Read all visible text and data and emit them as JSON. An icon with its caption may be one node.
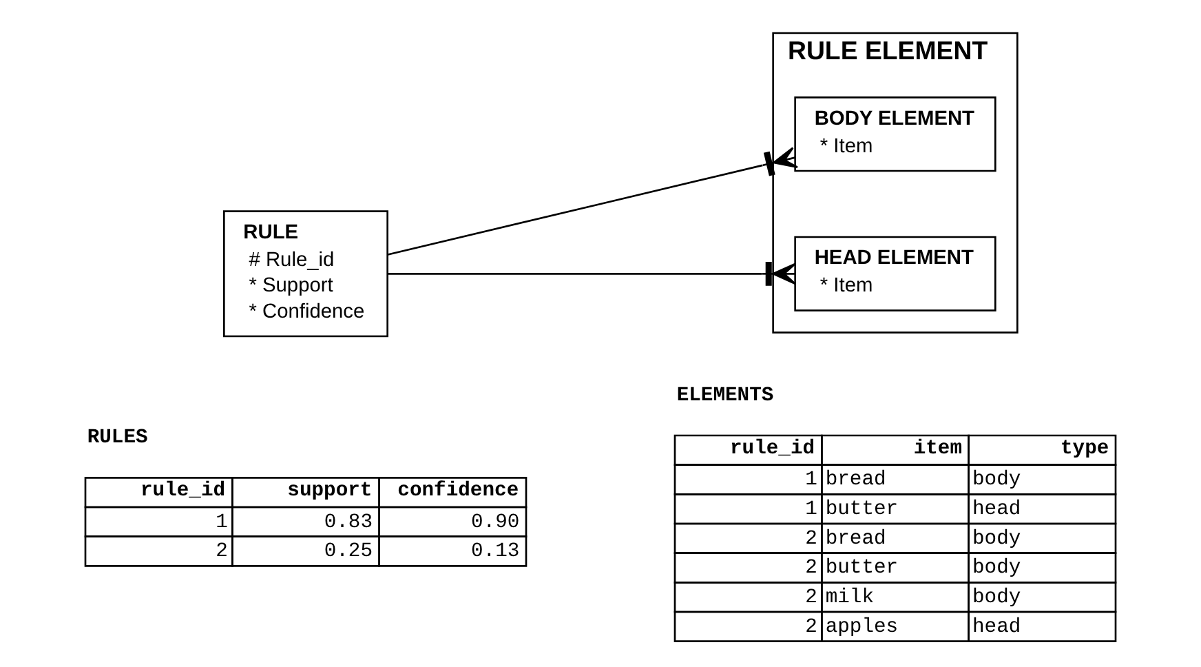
{
  "diagram": {
    "nodes": [
      {
        "text": [
          "RULE",
          "# Rule_id",
          "* Support",
          "* Confidence"
        ]
      },
      {
        "text": [
          "RULE ELEMENT"
        ]
      },
      {
        "text": [
          "BODY ELEMENT",
          "* Item"
        ],
        "in": 1
      },
      {
        "text": [
          "HEAD ELEMENT",
          "* Item"
        ],
        "in": 1
      }
    ],
    "edges": [
      {
        "from": 0,
        "to": 2,
        "arrow": "other"
      },
      {
        "from": 0,
        "to": 3,
        "arrow": "other"
      }
    ],
    "labels": [
      "RULES",
      "rule_id",
      "support",
      "confidence",
      "1",
      "0.83",
      "0.90",
      "2",
      "0.25",
      "0.13",
      "ELEMENTS",
      "rule_id",
      "item",
      "type",
      "1",
      "bread",
      "body",
      "1",
      "butter",
      "head",
      "2",
      "bread",
      "body",
      "2",
      "butter",
      "body",
      "2",
      "milk",
      "body",
      "2",
      "apples",
      "head"
    ]
  }
}
